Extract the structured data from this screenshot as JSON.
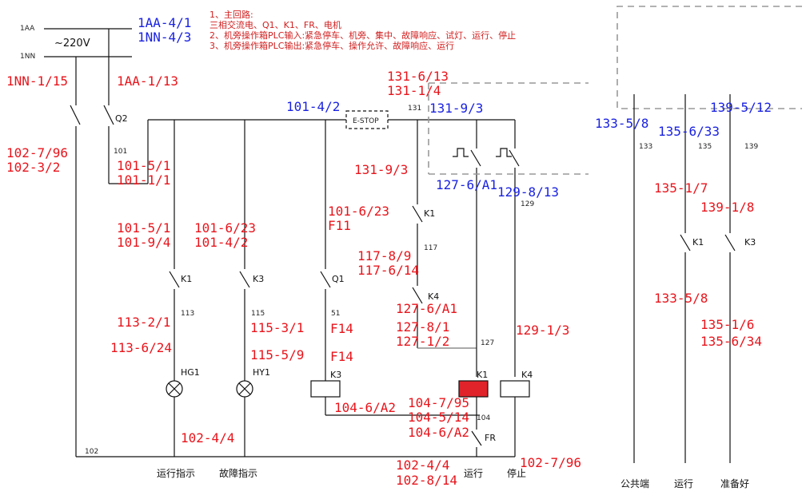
{
  "supply": {
    "line1": "1AA",
    "line2": "1NN",
    "voltage": "~220V"
  },
  "notes": [
    "1、主回路:",
    "三相交流电、Q1、K1、FR、电机",
    "2、机旁操作箱PLC输入:紧急停车、机旁、集中、故障响应、试灯、运行、停止",
    "3、机旁操作箱PLC输出:紧急停车、操作允许、故障响应、运行"
  ],
  "refs_blue": {
    "top1": "1AA-4/1",
    "top2": "1NN-4/3",
    "n101": "101-4/2",
    "n131": "131-9/3",
    "n127": "127-6/A1",
    "n129": "129-8/13",
    "r133": "133-5/8",
    "r135": "135-6/33",
    "r139": "139-5/12"
  },
  "refs_red": {
    "a": "1NN-1/15",
    "b": "1AA-1/13",
    "c1": "102-7/96",
    "c2": "102-3/2",
    "d1": "101-5/1",
    "d2": "101-1/1",
    "e1": "101-5/1",
    "e2": "101-9/4",
    "f1": "101-6/23",
    "f2": "101-4/2",
    "g1": "101-6/23",
    "g2": "F11",
    "h1": "131-6/13",
    "h2": "131-1/4",
    "i1": "131-9/3",
    "j1": "117-8/9",
    "j2": "117-6/14",
    "k1": "127-6/A1",
    "k2": "127-8/1",
    "k3": "127-1/2",
    "l1": "113-2/1",
    "l2": "113-6/24",
    "m1": "115-3/1",
    "m2": "115-5/9",
    "n1": "F14",
    "n2": "F14",
    "o1": "129-1/3",
    "p1": "104-6/A2",
    "p2": "104-7/95",
    "p3": "104-5/14",
    "p4": "104-6/A2",
    "q1": "102-4/4",
    "r1": "102-4/4",
    "r2": "102-8/14",
    "s1": "102-7/96",
    "t1": "135-1/7",
    "t2": "139-1/8",
    "t3": "133-5/8",
    "t4": "135-1/6",
    "t5": "135-6/34"
  },
  "devices": {
    "q2": "Q2",
    "k1a": "K1",
    "k3a": "K3",
    "q1": "Q1",
    "estop": "E-STOP",
    "k1b": "K1",
    "k4": "K4",
    "hg1": "HG1",
    "hy1": "HY1",
    "k3coil": "K3",
    "k1coil": "K1",
    "k4coil": "K4",
    "fr": "FR",
    "k1r": "K1",
    "k3r": "K3"
  },
  "wire_numbers": {
    "w101": "101",
    "w113": "113",
    "w115": "115",
    "w51": "51",
    "w131": "131",
    "w117": "117",
    "w127": "127",
    "w129": "129",
    "w104": "104",
    "w102": "102",
    "w133": "133",
    "w135": "135",
    "w139": "139"
  },
  "footer": {
    "run_ind": "运行指示",
    "fault_ind": "故障指示",
    "run": "运行",
    "stop": "停止",
    "common": "公共端",
    "run2": "运行",
    "ready": "准备好"
  }
}
